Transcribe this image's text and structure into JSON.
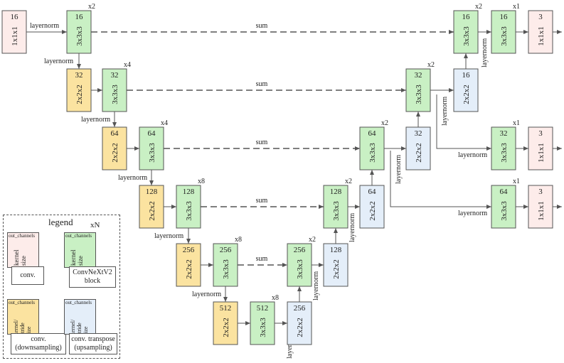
{
  "colors": {
    "conv": "#fdecea",
    "convnext": "#c9f0c4",
    "down": "#fbe3a0",
    "up": "#e4eef9",
    "stroke": "#555555"
  },
  "blocks": [
    {
      "id": "b0",
      "type": "conv",
      "channels": "16",
      "kernel": "1x1x1",
      "mult": ""
    },
    {
      "id": "b1",
      "type": "convnext",
      "channels": "16",
      "kernel": "3x3x3",
      "mult": "x2"
    },
    {
      "id": "b2",
      "type": "down",
      "channels": "32",
      "kernel": "2x2x2",
      "mult": ""
    },
    {
      "id": "b3",
      "type": "convnext",
      "channels": "32",
      "kernel": "3x3x3",
      "mult": "x4"
    },
    {
      "id": "b4",
      "type": "down",
      "channels": "64",
      "kernel": "2x2x2",
      "mult": ""
    },
    {
      "id": "b5",
      "type": "convnext",
      "channels": "64",
      "kernel": "3x3x3",
      "mult": "x4"
    },
    {
      "id": "b6",
      "type": "down",
      "channels": "128",
      "kernel": "2x2x2",
      "mult": ""
    },
    {
      "id": "b7",
      "type": "convnext",
      "channels": "128",
      "kernel": "3x3x3",
      "mult": "x8"
    },
    {
      "id": "b8",
      "type": "down",
      "channels": "256",
      "kernel": "2x2x2",
      "mult": ""
    },
    {
      "id": "b9",
      "type": "convnext",
      "channels": "256",
      "kernel": "3x3x3",
      "mult": "x8"
    },
    {
      "id": "b10",
      "type": "down",
      "channels": "512",
      "kernel": "2x2x2",
      "mult": ""
    },
    {
      "id": "b11",
      "type": "convnext",
      "channels": "512",
      "kernel": "3x3x3",
      "mult": "x8"
    },
    {
      "id": "b12",
      "type": "up",
      "channels": "256",
      "kernel": "2x2x2",
      "mult": ""
    },
    {
      "id": "b13",
      "type": "convnext",
      "channels": "256",
      "kernel": "3x3x3",
      "mult": "x2"
    },
    {
      "id": "b14",
      "type": "up",
      "channels": "128",
      "kernel": "2x2x2",
      "mult": ""
    },
    {
      "id": "b15",
      "type": "convnext",
      "channels": "128",
      "kernel": "3x3x3",
      "mult": "x2"
    },
    {
      "id": "b16",
      "type": "up",
      "channels": "64",
      "kernel": "2x2x2",
      "mult": ""
    },
    {
      "id": "b17",
      "type": "convnext",
      "channels": "64",
      "kernel": "3x3x3",
      "mult": "x2"
    },
    {
      "id": "b18",
      "type": "up",
      "channels": "32",
      "kernel": "2x2x2",
      "mult": ""
    },
    {
      "id": "b19",
      "type": "convnext",
      "channels": "32",
      "kernel": "3x3x3",
      "mult": "x2"
    },
    {
      "id": "b20",
      "type": "up",
      "channels": "16",
      "kernel": "2x2x2",
      "mult": ""
    },
    {
      "id": "b21",
      "type": "convnext",
      "channels": "16",
      "kernel": "3x3x3",
      "mult": "x2"
    },
    {
      "id": "b22",
      "type": "convnext",
      "channels": "16",
      "kernel": "3x3x3",
      "mult": "x1"
    },
    {
      "id": "b23",
      "type": "conv",
      "channels": "3",
      "kernel": "1x1x1",
      "mult": ""
    },
    {
      "id": "b24",
      "type": "convnext",
      "channels": "32",
      "kernel": "3x3x3",
      "mult": "x1"
    },
    {
      "id": "b25",
      "type": "conv",
      "channels": "3",
      "kernel": "1x1x1",
      "mult": ""
    },
    {
      "id": "b26",
      "type": "convnext",
      "channels": "64",
      "kernel": "3x3x3",
      "mult": "x1"
    },
    {
      "id": "b27",
      "type": "conv",
      "channels": "3",
      "kernel": "1x1x1",
      "mult": ""
    }
  ],
  "labels": {
    "layernorm": "layernorm",
    "sum": "sum"
  },
  "legend": {
    "title": "legend",
    "xn": "xN",
    "out_channels": "out_channels",
    "kernel_size": "kernel\nsize",
    "kernel_stride_size": "kernel/\nstride\nsize",
    "conv": "conv.",
    "convnext": "ConvNeXtV2 block",
    "conv_down": "conv. (downsampling)",
    "conv_up": "conv. transpose (upsampling)"
  }
}
